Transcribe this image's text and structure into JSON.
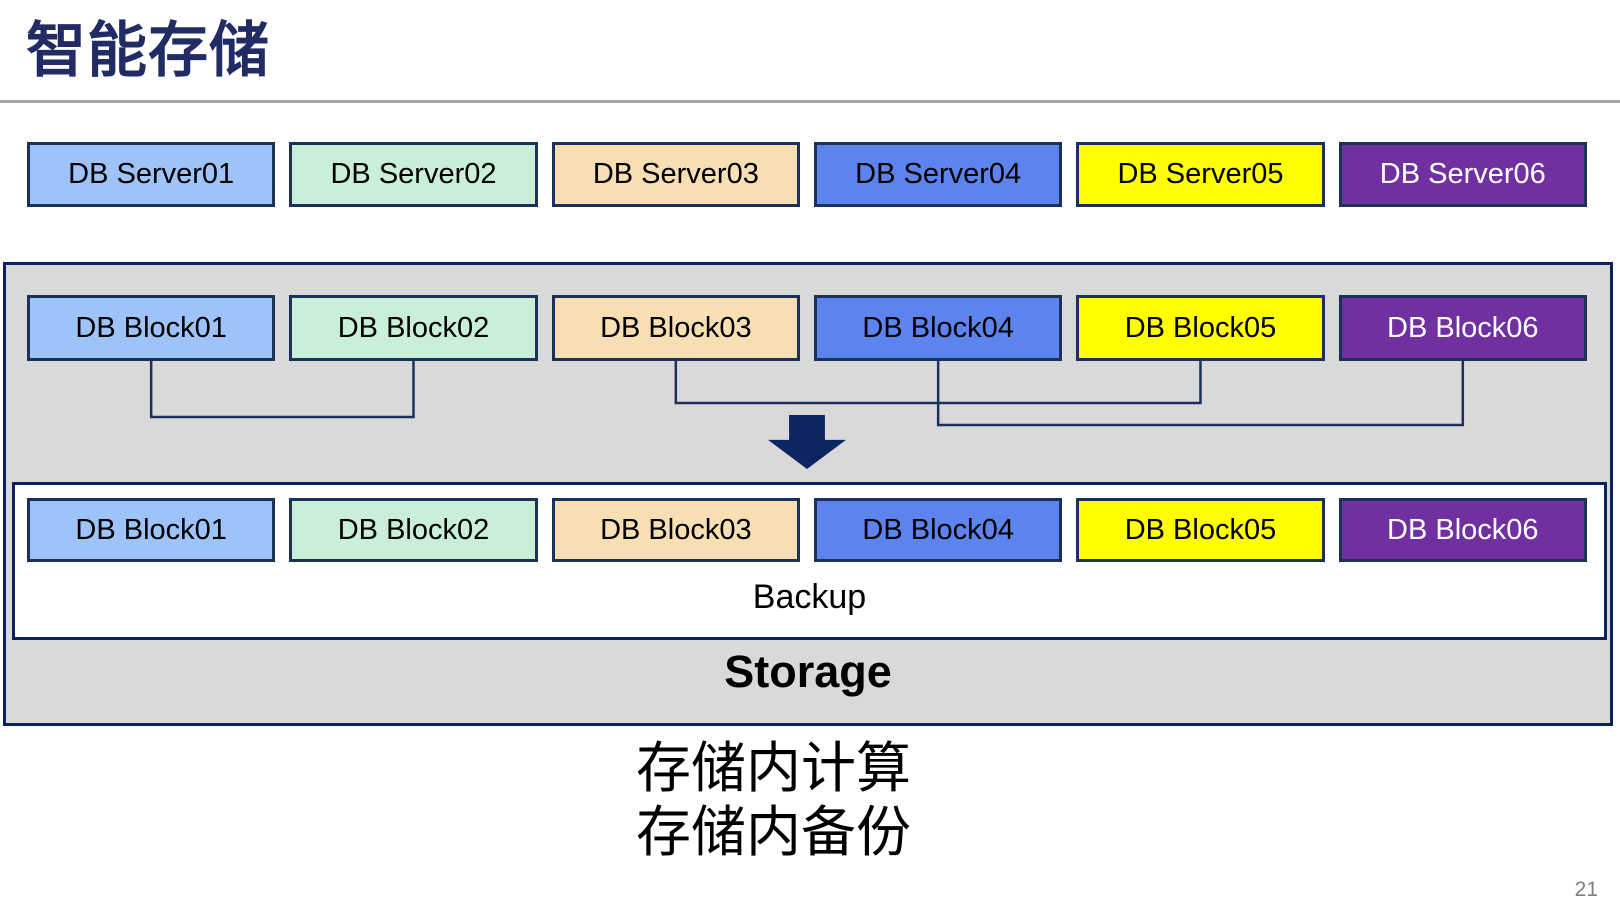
{
  "slide": {
    "title": "智能存储",
    "page_number": "21",
    "caption_lines": [
      "存储内计算",
      "存储内备份"
    ]
  },
  "palette": [
    {
      "fill": "#9DC3F8",
      "text": "#000000"
    },
    {
      "fill": "#C9EFD8",
      "text": "#000000"
    },
    {
      "fill": "#F8DFB3",
      "text": "#000000"
    },
    {
      "fill": "#5C83EE",
      "text": "#000000"
    },
    {
      "fill": "#FFFF00",
      "text": "#000000"
    },
    {
      "fill": "#7030A0",
      "text": "#FFFFFF"
    }
  ],
  "server_row": {
    "labels": [
      "DB Server01",
      "DB Server02",
      "DB Server03",
      "DB Server04",
      "DB Server05",
      "DB Server06"
    ]
  },
  "storage": {
    "top_blocks": [
      "DB Block01",
      "DB Block02",
      "DB Block03",
      "DB Block04",
      "DB Block05",
      "DB Block06"
    ],
    "backup_blocks": [
      "DB Block01",
      "DB Block02",
      "DB Block03",
      "DB Block04",
      "DB Block05",
      "DB Block06"
    ],
    "backup_label": "Backup",
    "storage_label": "Storage"
  },
  "connections": [
    {
      "from": 0,
      "to": 1,
      "drop": 58
    },
    {
      "from": 2,
      "to": 4,
      "drop": 44
    },
    {
      "from": 3,
      "to": 5,
      "drop": 66
    }
  ],
  "colors": {
    "title": "#222C64",
    "divider": "#A6A6A6",
    "box_border": "#1B3159",
    "container_border": "#0B2161",
    "container_fill": "#D9D9D9",
    "connector": "#1B3159",
    "arrow": "#0D2562",
    "page_number": "#7F7F7F"
  }
}
